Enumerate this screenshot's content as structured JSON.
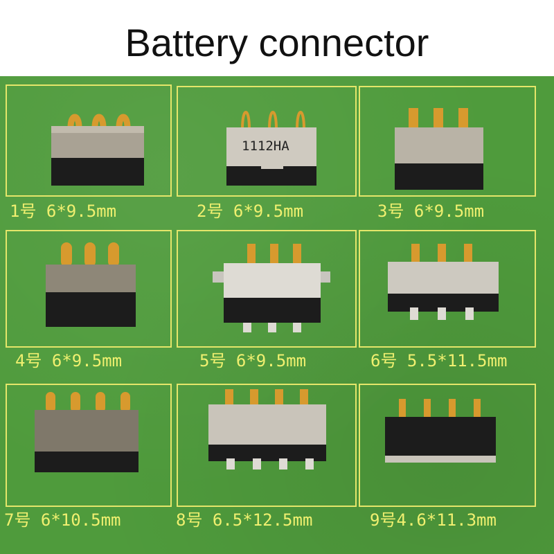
{
  "title": "Battery connector",
  "colors": {
    "board_green": "#4f9b3c",
    "frame_yellow": "#e5e66a",
    "label_yellow": "#f0f070",
    "pin_gold": "#d79a2e",
    "metal_shell": "#b5b0a4",
    "plastic_black": "#1c1c1c"
  },
  "items": [
    {
      "label": "1号 6*9.5mm",
      "marking": ""
    },
    {
      "label": "2号 6*9.5mm",
      "marking": "1112HA"
    },
    {
      "label": "3号 6*9.5mm",
      "marking": ""
    },
    {
      "label": "4号 6*9.5mm",
      "marking": ""
    },
    {
      "label": "5号 6*9.5mm",
      "marking": ""
    },
    {
      "label": "6号 5.5*11.5mm",
      "marking": ""
    },
    {
      "label": "7号 6*10.5mm",
      "marking": ""
    },
    {
      "label": "8号 6.5*12.5mm",
      "marking": ""
    },
    {
      "label": "9号4.6*11.3mm",
      "marking": ""
    }
  ]
}
